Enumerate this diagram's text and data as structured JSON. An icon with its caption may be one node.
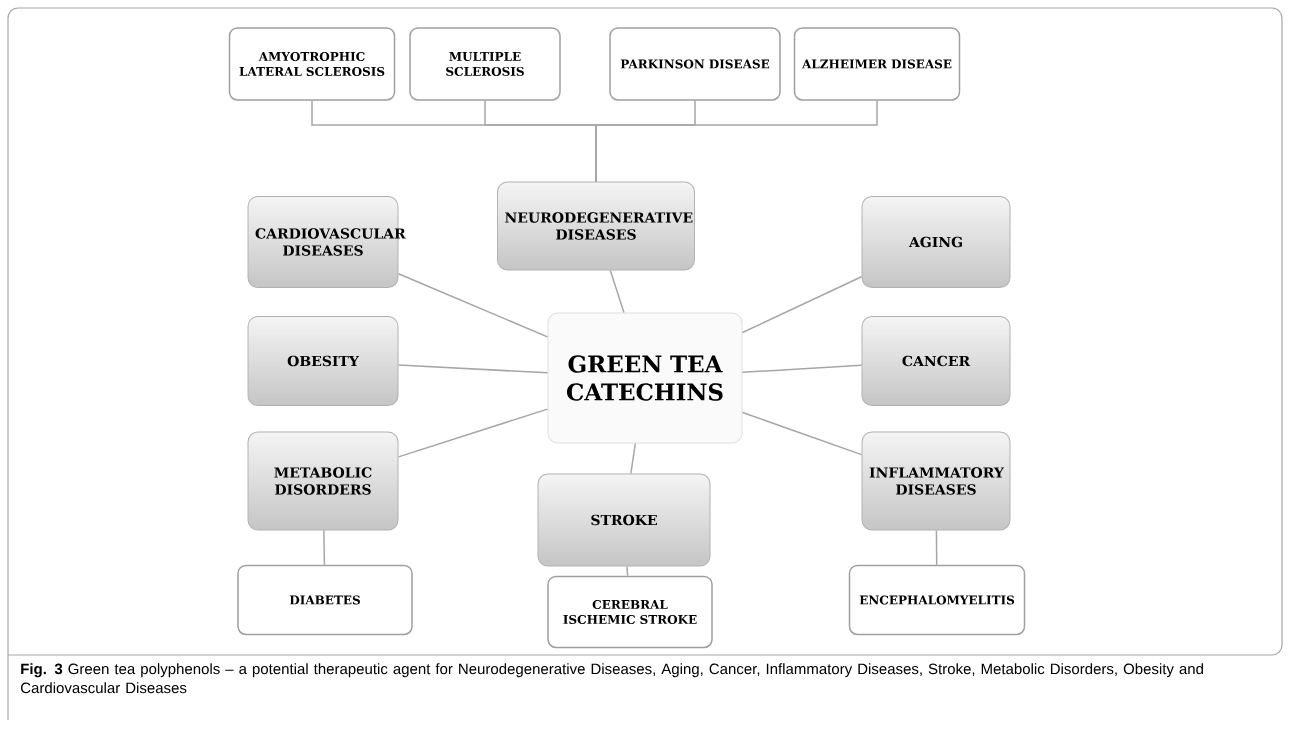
{
  "diagram": {
    "caption": "**Fig. 3** Green tea polyphenols – a potential therapeutic agent for Neurodegenerative Diseases, Aging, Cancer, Inflammatory Diseases, Stroke, Metabolic Disorders, Obesity and Cardiovascular Diseases",
    "nodes": [
      {
        "text": [
          "AMYOTROPHIC LATERAL SCLEROSIS"
        ]
      },
      {
        "text": [
          "MULTIPLE SCLEROSIS"
        ]
      },
      {
        "text": [
          "PARKINSON DISEASE"
        ]
      },
      {
        "text": [
          "ALZHEIMER DISEASE"
        ]
      },
      {
        "text": [
          "NEURODEGENERATIVE DISEASES"
        ]
      },
      {
        "text": [
          "CARDIOVASCULAR DISEASES"
        ]
      },
      {
        "text": [
          "AGING"
        ]
      },
      {
        "text": [
          "GREEN TEA CATECHINS"
        ]
      },
      {
        "text": [
          "OBESITY"
        ]
      },
      {
        "text": [
          "CANCER"
        ]
      },
      {
        "text": [
          "METABOLIC DISORDERS"
        ]
      },
      {
        "text": [
          "STROKE"
        ]
      },
      {
        "text": [
          "INFLAMMATORY DISEASES"
        ]
      },
      {
        "text": [
          "DIABETES"
        ]
      },
      {
        "text": [
          "CEREBRAL ISCHEMIC STROKE"
        ]
      },
      {
        "text": [
          "ENCEPHALOMYELITIS"
        ]
      }
    ],
    "edges": [
      {
        "from": 4,
        "to": 0,
        "arrow": "none"
      },
      {
        "from": 4,
        "to": 1,
        "arrow": "none"
      },
      {
        "from": 4,
        "to": 2,
        "arrow": "none"
      },
      {
        "from": 4,
        "to": 3,
        "arrow": "none"
      },
      {
        "from": 7,
        "to": 4,
        "arrow": "none"
      },
      {
        "from": 7,
        "to": 5,
        "arrow": "none"
      },
      {
        "from": 7,
        "to": 6,
        "arrow": "none"
      },
      {
        "from": 7,
        "to": 8,
        "arrow": "none"
      },
      {
        "from": 7,
        "to": 9,
        "arrow": "none"
      },
      {
        "from": 7,
        "to": 10,
        "arrow": "none"
      },
      {
        "from": 7,
        "to": 11,
        "arrow": "none"
      },
      {
        "from": 7,
        "to": 12,
        "arrow": "none"
      },
      {
        "from": 10,
        "to": 13,
        "arrow": "none"
      },
      {
        "from": 11,
        "to": 14,
        "arrow": "none"
      },
      {
        "from": 12,
        "to": 15,
        "arrow": "none"
      }
    ]
  }
}
